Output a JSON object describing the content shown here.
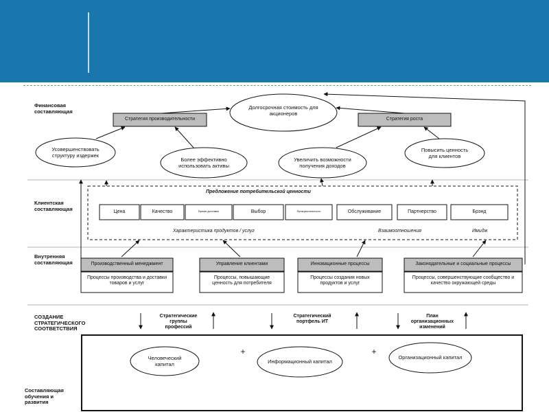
{
  "slide": {
    "header_color": "#1a77ad"
  },
  "sections": {
    "financial": "Финансовая\nсоставляющая",
    "client": "Клиентская\nсоставляющая",
    "internal": "Внутренняя\nсоставляющая",
    "alignment": "СОЗДАНИЕ\nСТРАТЕГИЧЕСКОГО\nСООТВЕТСТВИЯ",
    "learning": "Составляющая\nобучения и\nразвития"
  },
  "financial": {
    "top_goal": "Долгосрочная стоимость для\nакционеров",
    "strategy_productivity": "Стратегия производительности",
    "strategy_growth": "Стратегия роста",
    "ovals": [
      "Усовершенствовать\nструктуру издержек",
      "Более эффективно\nиспользовать активы",
      "Увеличить возможности\nполучения доходов",
      "Повысить ценность\nдля клиентов"
    ]
  },
  "client": {
    "value_title": "Предложение потребительской ценности",
    "attributes": [
      "Цена",
      "Качество",
      "Время доставки",
      "Выбор",
      "Функциональность",
      "Обслуживание",
      "Партнерство",
      "Брэнд"
    ],
    "labels": {
      "products": "Характеристика продуктов / услуг",
      "relations": "Взаимоотношения",
      "image": "Имидж"
    }
  },
  "internal": {
    "processes": [
      {
        "title": "Производственный менеджмент",
        "desc": "Процессы производства и доставки\nтоваров и услуг"
      },
      {
        "title": "Управление клиентами",
        "desc": "Процессы, повышающие\nценность для потребителя"
      },
      {
        "title": "Инновационные процессы",
        "desc": "Процессы создания новых\nпродуктов и услуг"
      },
      {
        "title": "Законодательные и социальные процессы",
        "desc": "Процессы, совершенствующие сообщество и\nкачество окружающей среды"
      }
    ]
  },
  "alignment": {
    "items": [
      "Стратегические\nгруппы\nпрофессий",
      "Стратегический\nпортфель ИТ",
      "План\nорганизационных\nизменений"
    ]
  },
  "learning": {
    "capitals": [
      "Человеческий\nкапитал",
      "Информационный капитал",
      "Организационный капитал"
    ],
    "plus": "+"
  }
}
